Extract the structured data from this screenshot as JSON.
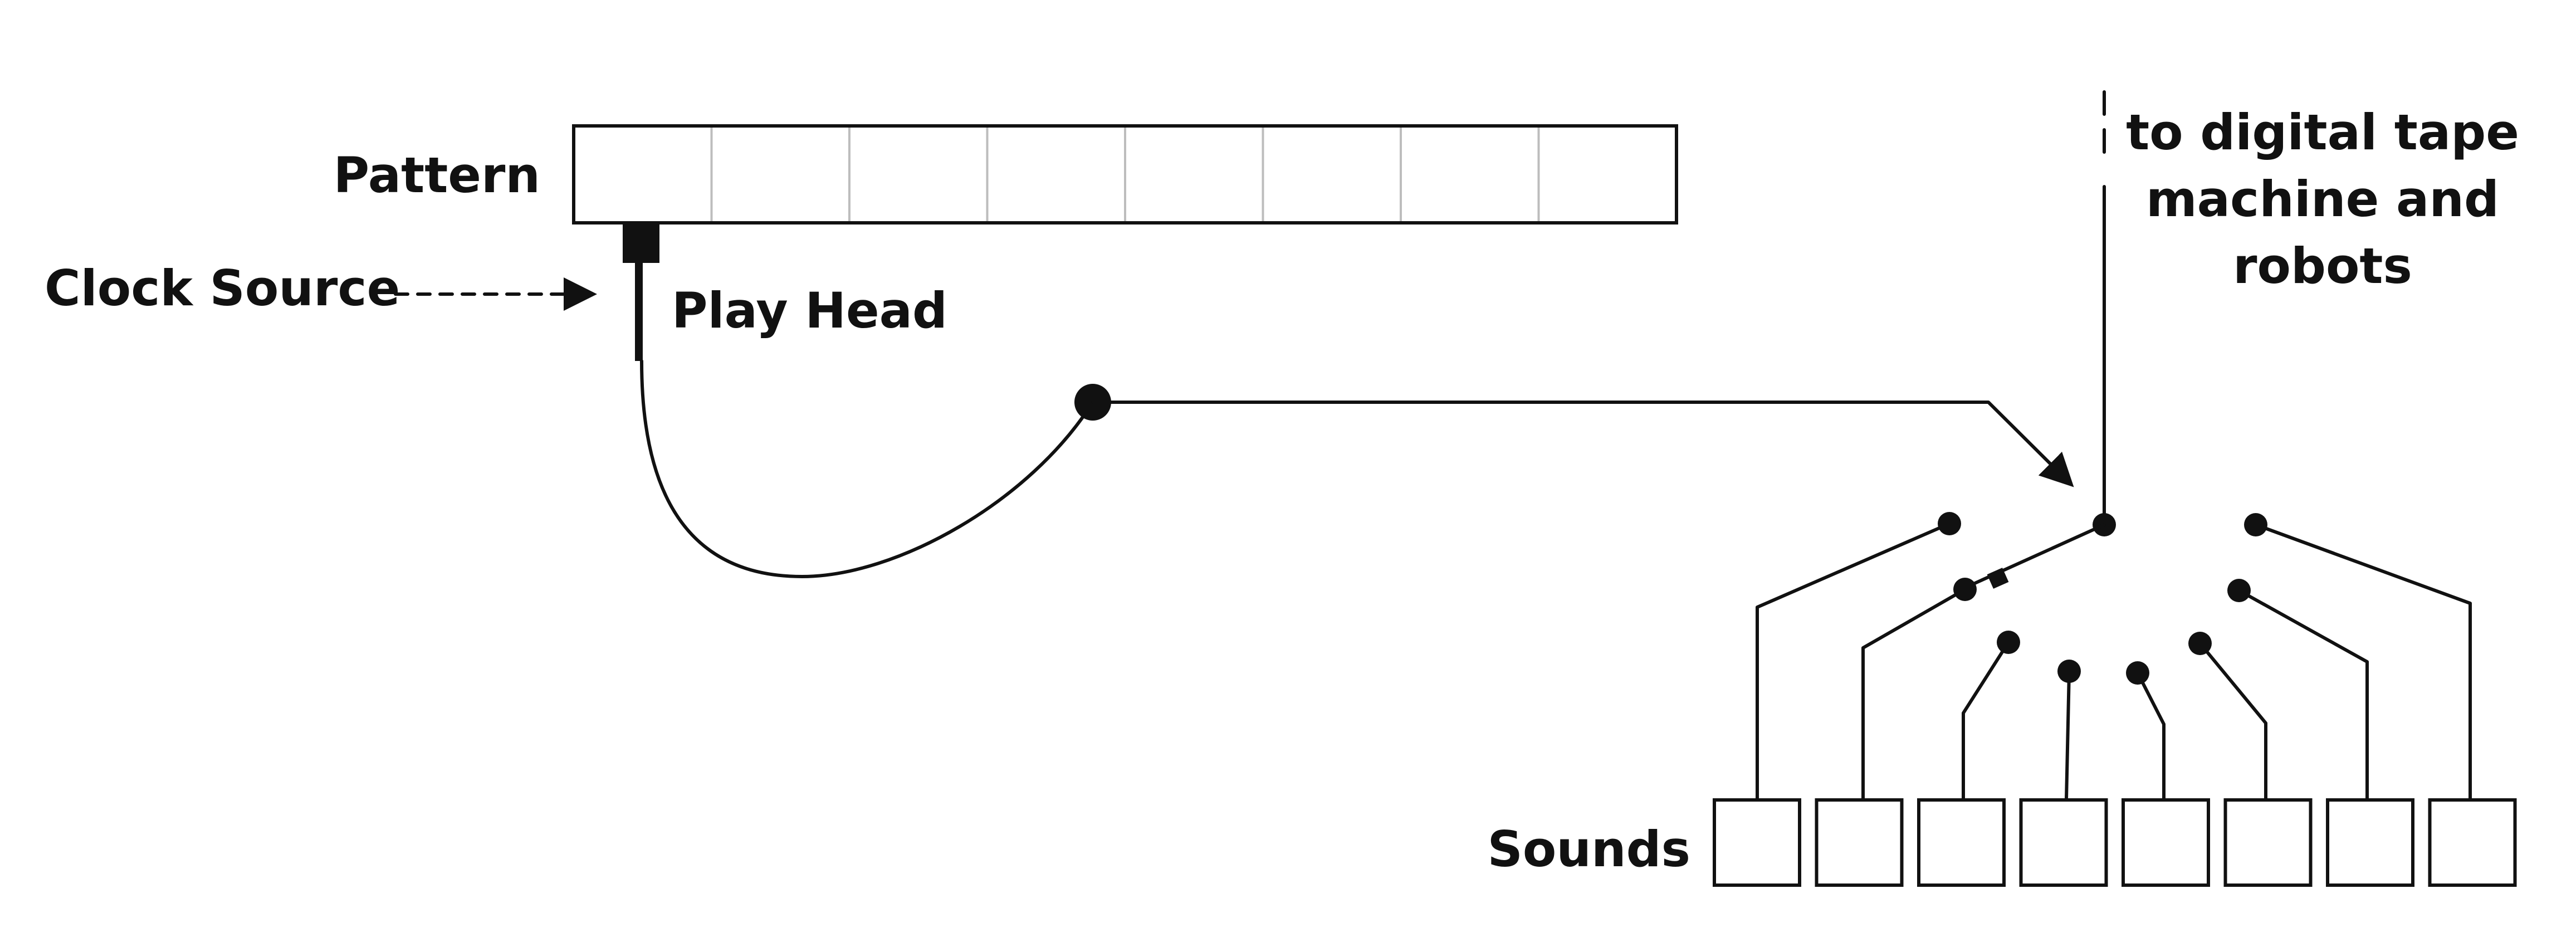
{
  "labels": {
    "pattern": "Pattern",
    "clock_source": "Clock Source",
    "play_head": "Play Head",
    "sounds": "Sounds",
    "output_line1": "to digital tape",
    "output_line2": "machine and",
    "output_line3": "robots"
  },
  "pattern_step_count": 8,
  "sound_box_count": 8,
  "colors": {
    "ink": "#111111",
    "cell_divider": "#bdbdbd",
    "background": "#ffffff"
  }
}
